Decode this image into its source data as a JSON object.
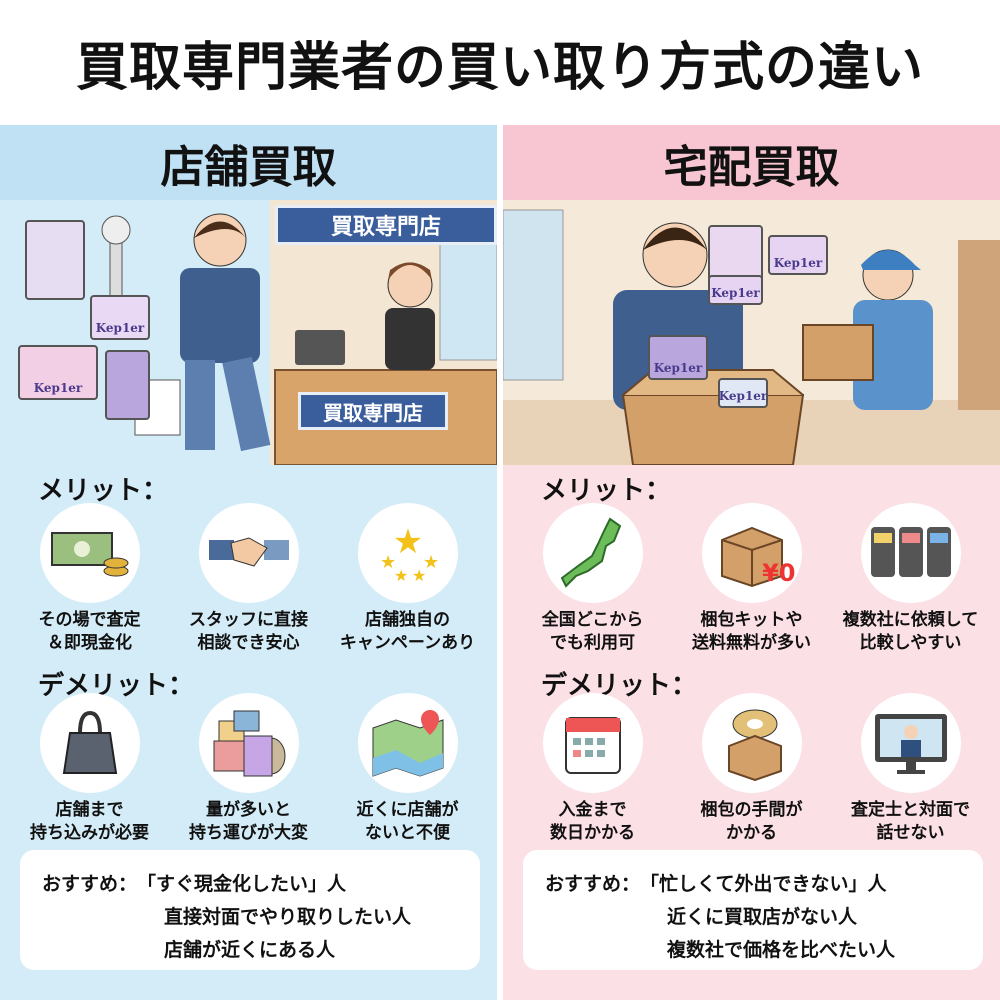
{
  "title": "買取専門業者の買い取り方式の違い",
  "store": {
    "heading": "店舗買取",
    "sign_top": "買取専門店",
    "sign_counter": "買取専門店",
    "brand": "Kep1er",
    "merit_label": "メリット：",
    "merits": [
      {
        "icon": "money-icon",
        "line1": "その場で査定",
        "line2": "＆即現金化"
      },
      {
        "icon": "handshake-icon",
        "line1": "スタッフに直接",
        "line2": "相談でき安心"
      },
      {
        "icon": "stars-icon",
        "line1": "店舗独自の",
        "line2": "キャンペーンあり"
      }
    ],
    "demerit_label": "デメリット：",
    "demerits": [
      {
        "icon": "bag-icon",
        "line1": "店舗まで",
        "line2": "持ち込みが必要"
      },
      {
        "icon": "boxes-icon",
        "line1": "量が多いと",
        "line2": "持ち運びが大変"
      },
      {
        "icon": "map-pin-icon",
        "line1": "近くに店舗が",
        "line2": "ないと不便"
      }
    ],
    "recommend_label": "おすすめ：",
    "recommend": [
      "「すぐ現金化したい」人",
      "直接対面でやり取りしたい人",
      "店舗が近くにある人"
    ]
  },
  "delivery": {
    "heading": "宅配買取",
    "brand": "Kep1er",
    "merit_label": "メリット：",
    "merits": [
      {
        "icon": "japan-map-icon",
        "line1": "全国どこから",
        "line2": "でも利用可"
      },
      {
        "icon": "box-zero-yen-icon",
        "line1": "梱包キットや",
        "line2": "送料無料が多い",
        "badge": "¥0"
      },
      {
        "icon": "smartphones-icon",
        "line1": "複数社に依頼して",
        "line2": "比較しやすい"
      }
    ],
    "demerit_label": "デメリット：",
    "demerits": [
      {
        "icon": "calendar-icon",
        "line1": "入金まで",
        "line2": "数日かかる"
      },
      {
        "icon": "tape-box-icon",
        "line1": "梱包の手間が",
        "line2": "かかる"
      },
      {
        "icon": "monitor-person-icon",
        "line1": "査定士と対面で",
        "line2": "話せない"
      }
    ],
    "recommend_label": "おすすめ：",
    "recommend": [
      "「忙しくて外出できない」人",
      "近くに買取店がない人",
      "複数社で価格を比べたい人"
    ]
  }
}
